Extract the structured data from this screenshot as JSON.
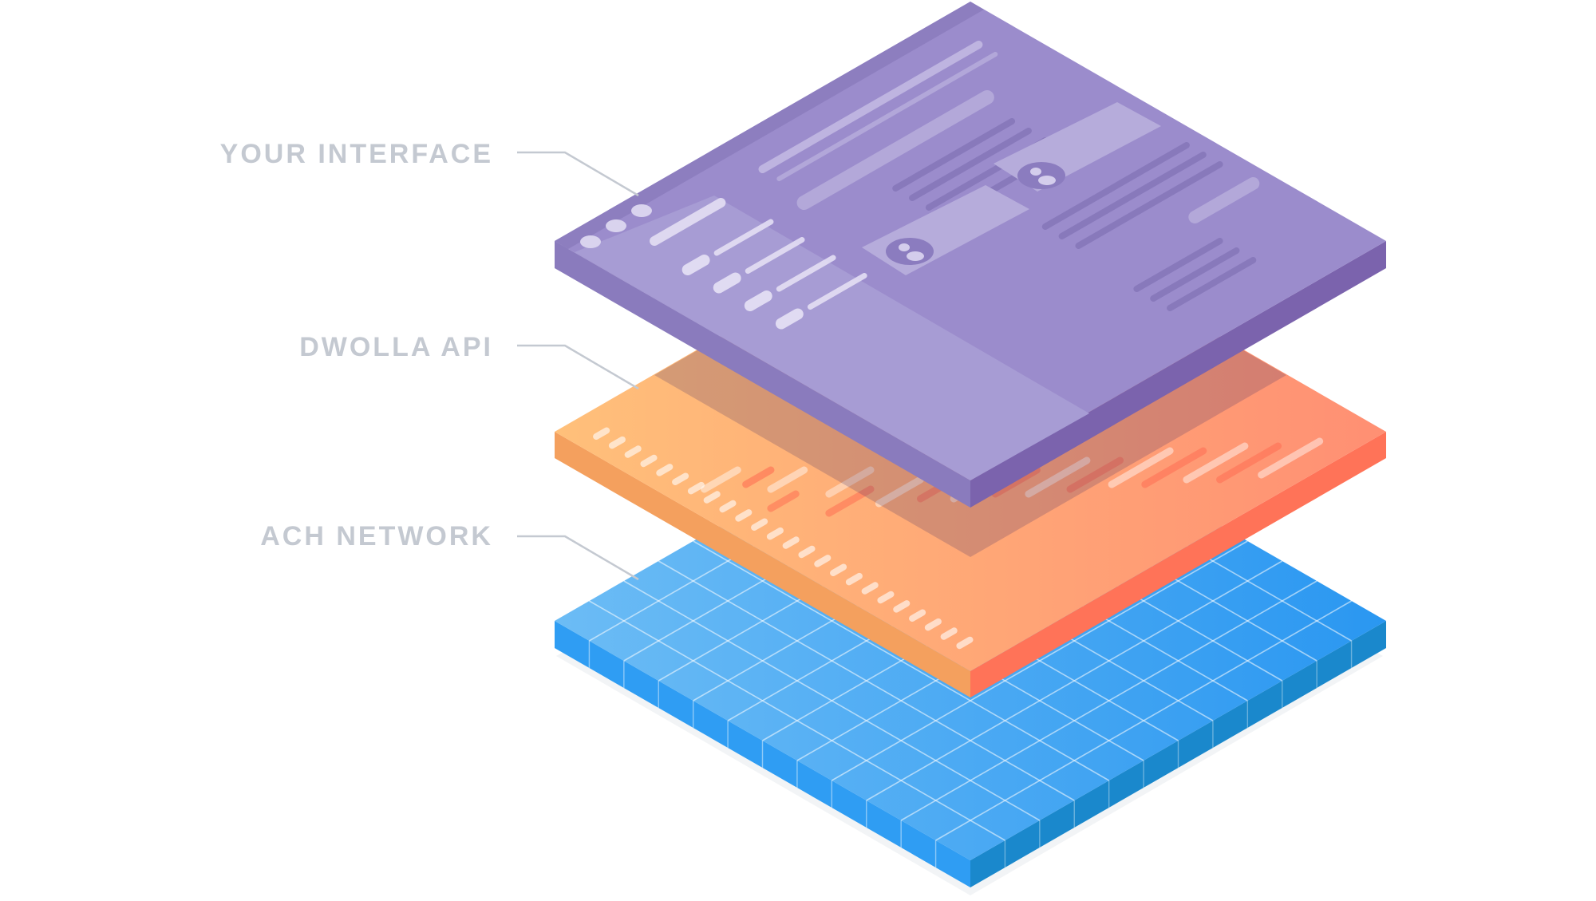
{
  "colors": {
    "background": "#ffffff",
    "label_text": "#c4c9d1",
    "leader_line": "#c4c9d1",
    "interface_top": "#9b8ccc",
    "interface_sidebar": "#a79cd4",
    "interface_side_left": "#8a7bbd",
    "interface_side_right": "#7b63ad",
    "api_top_start": "#ffc07a",
    "api_top_end": "#ff8f73",
    "api_side_left": "#f4a05e",
    "api_side_right": "#ff7358",
    "network_top_start": "#6cbcf5",
    "network_top_end": "#2a97f1",
    "network_side_left": "#2f9df3",
    "network_side_right": "#1a88cc",
    "network_grid": "#ffffff"
  },
  "layers": [
    {
      "label": "YOUR INTERFACE",
      "type": "interface"
    },
    {
      "label": "DWOLLA API",
      "type": "api"
    },
    {
      "label": "ACH NETWORK",
      "type": "network"
    }
  ]
}
